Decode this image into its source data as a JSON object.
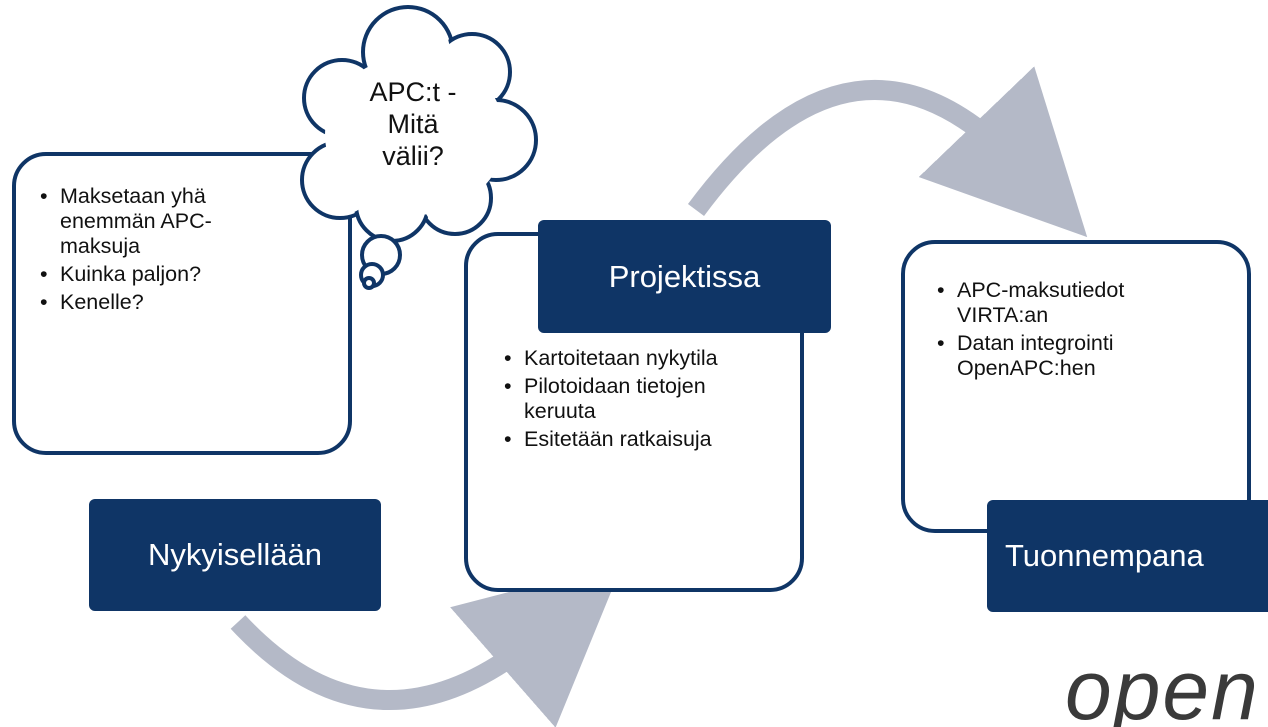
{
  "colors": {
    "navy": "#0f3566",
    "arrow": "#b4b9c7"
  },
  "thought_bubble": {
    "lines": [
      "APC:t -",
      "Mitä",
      "välii?"
    ]
  },
  "nykyisellaan": {
    "label": "Nykyisellään",
    "bullets": [
      "Maksetaan yhä enemmän APC-maksuja",
      "Kuinka paljon?",
      "Kenelle?"
    ]
  },
  "projektissa": {
    "label": "Projektissa",
    "bullets": [
      "Kartoitetaan nykytila",
      "Pilotoidaan tietojen keruuta",
      "Esitetään ratkaisuja"
    ]
  },
  "tuonnempana": {
    "label": "Tuonnempana",
    "bullets": [
      "APC-maksutiedot VIRTA:an",
      "Datan integrointi OpenAPC:hen"
    ]
  },
  "logo": {
    "text": "open",
    "icon": "open-logo"
  }
}
